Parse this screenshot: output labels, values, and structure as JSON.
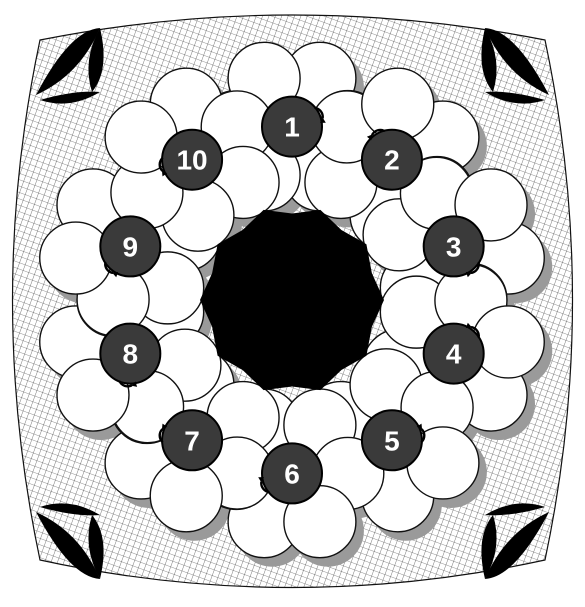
{
  "puzzle": {
    "pins": [
      {
        "number": "1",
        "arrow": "cw"
      },
      {
        "number": "2",
        "arrow": "ccw"
      },
      {
        "number": "3",
        "arrow": "cw"
      },
      {
        "number": "4",
        "arrow": "ccw"
      },
      {
        "number": "5",
        "arrow": "ccw"
      },
      {
        "number": "6",
        "arrow": "cw"
      },
      {
        "number": "7",
        "arrow": "cw"
      },
      {
        "number": "8",
        "arrow": "ccw"
      },
      {
        "number": "9",
        "arrow": "ccw"
      },
      {
        "number": "10",
        "arrow": "ccw"
      }
    ],
    "colors": {
      "pin_fill": "#3a3a3a",
      "pin_text": "#ffffff",
      "center_hole": "#000000",
      "petal_fill": "#ffffff",
      "border_mesh": "#222222",
      "shadow": "#9a9a9a"
    },
    "decorations": [
      "corner-leaf-motif-top-left",
      "corner-leaf-motif-top-right",
      "corner-leaf-motif-bottom-left",
      "corner-leaf-motif-bottom-right"
    ]
  }
}
